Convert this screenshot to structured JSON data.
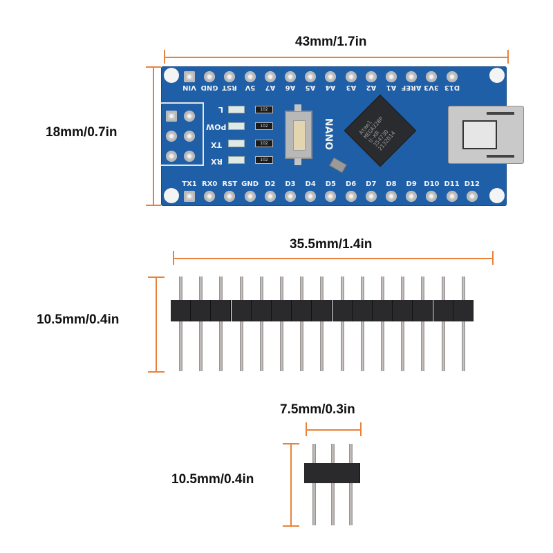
{
  "dimensions": {
    "board_length": "43mm/1.7in",
    "board_width": "18mm/0.7in",
    "long_header_length": "35.5mm/1.4in",
    "long_header_height": "10.5mm/0.4in",
    "short_header_length": "7.5mm/0.3in",
    "short_header_height": "10.5mm/0.4in"
  },
  "board": {
    "name_silkscreen": "NANO",
    "top_pins": [
      "VIN",
      "GND",
      "RST",
      "5V",
      "A7",
      "A6",
      "A5",
      "A4",
      "A3",
      "A2",
      "A1",
      "AREF",
      "3V3",
      "D13"
    ],
    "bottom_pins": [
      "TX1",
      "RX0",
      "RST",
      "GND",
      "D2",
      "D3",
      "D4",
      "D5",
      "D6",
      "D7",
      "D8",
      "D9",
      "D10",
      "D11",
      "D12"
    ],
    "led_labels": [
      "L",
      "POW",
      "TX",
      "RX"
    ],
    "resistor_code": "102",
    "chip_text": [
      "Atmel",
      "MEGA328P",
      "U-KR",
      "35473D",
      "2132D14"
    ],
    "color": "#1f5fa8"
  },
  "long_header": {
    "pin_count": 15
  },
  "short_header": {
    "pin_count": 3
  },
  "colors": {
    "dimension_line": "#e8823a",
    "header_body": "#2a2a2c"
  }
}
